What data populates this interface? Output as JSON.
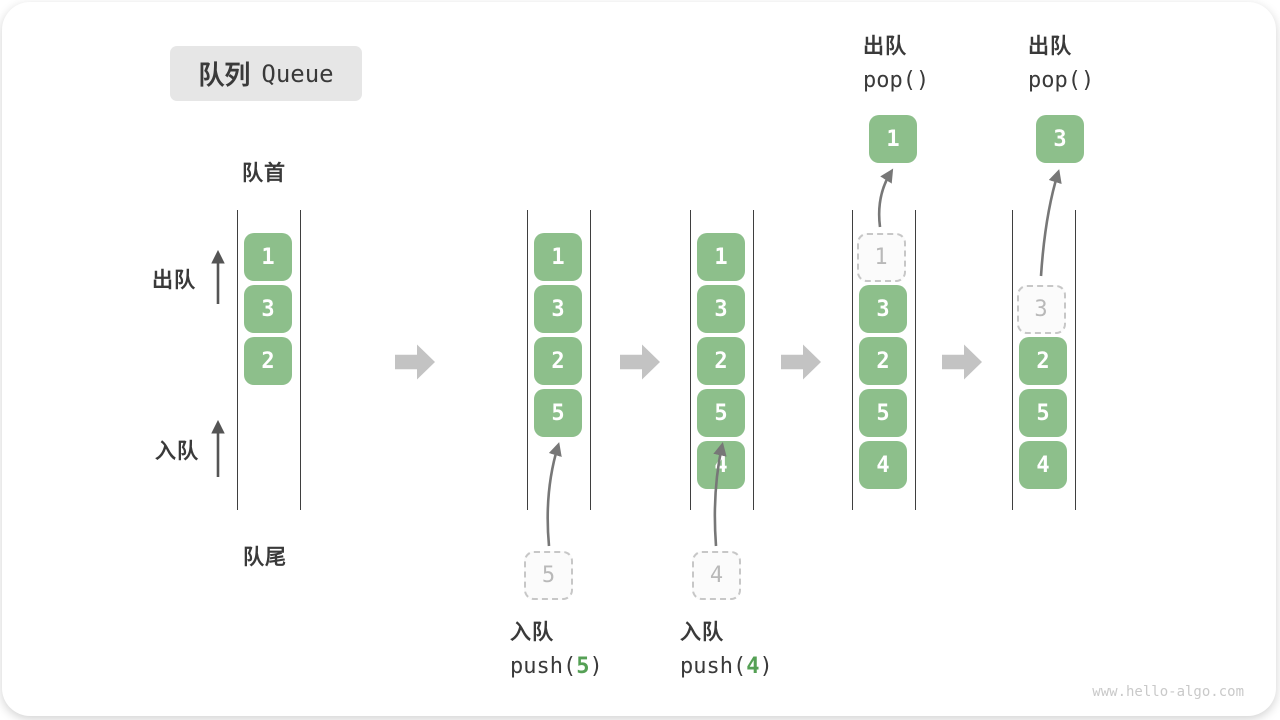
{
  "title": {
    "zh": "队列",
    "en": "Queue"
  },
  "side_labels": {
    "front": "队首",
    "rear": "队尾",
    "dequeue": "出队",
    "enqueue": "入队"
  },
  "colors": {
    "item_green": "#8dbf8b",
    "block_arrow_gray": "#c3c3c3",
    "arrow_gray": "#777777",
    "code_arg_green": "#55a055",
    "badge_gray": "#e6e6e6"
  },
  "states": [
    {
      "name": "initial",
      "items": [
        "1",
        "3",
        "2"
      ]
    },
    {
      "name": "after-push-5",
      "items": [
        "1",
        "3",
        "2",
        "5"
      ],
      "incoming": "5"
    },
    {
      "name": "after-push-4",
      "items": [
        "1",
        "3",
        "2",
        "5",
        "4"
      ],
      "incoming": "4"
    },
    {
      "name": "after-pop-1",
      "ghost": "1",
      "items": [
        "3",
        "2",
        "5",
        "4"
      ],
      "popped": "1"
    },
    {
      "name": "after-pop-3",
      "ghost": "3",
      "items": [
        "2",
        "5",
        "4"
      ],
      "popped": "3"
    }
  ],
  "operations": {
    "enqueue_5": {
      "title": "入队",
      "code_fn": "push(",
      "code_arg": "5",
      "code_close": ")"
    },
    "enqueue_4": {
      "title": "入队",
      "code_fn": "push(",
      "code_arg": "4",
      "code_close": ")"
    },
    "dequeue_1": {
      "title": "出队",
      "code": "pop()"
    },
    "dequeue_3": {
      "title": "出队",
      "code": "pop()"
    }
  },
  "watermark": "www.hello-algo.com"
}
